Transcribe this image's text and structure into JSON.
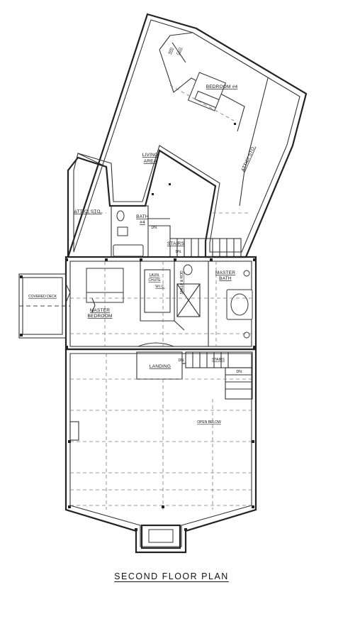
{
  "title": "SECOND FLOOR PLAN",
  "rooms": {
    "bedroom4": "BEDROOM #4",
    "living_area_1": "LIVING",
    "living_area_2": "AREA",
    "attic_right": "ATTIC/ STO.",
    "attic_left": "ATTIC/ STO.",
    "bath4_1": "BATH",
    "bath4_2": "#4",
    "stairs_upper": "STAIRS",
    "master_bath_1": "MASTER",
    "master_bath_2": "BATH",
    "laundry_1": "LAUN.",
    "laundry_2": "CHUTE",
    "wic": "W.I.C.",
    "shelf_rod": "SHELF & ROD",
    "covered_deck": "COVERED DECK",
    "master_bedroom_1": "MASTER",
    "master_bedroom_2": "BEDROOM",
    "landing": "LANDING",
    "stairs_lower": "STAIRS",
    "open_below": "OPEN BELOW",
    "closet_1": "CLO.",
    "closet_2": "W/D"
  },
  "stair_notes": {
    "dn_bath": "DN.",
    "dn_upper": "DN.",
    "dn_landing": "DN.",
    "dn_lower": "DN."
  }
}
